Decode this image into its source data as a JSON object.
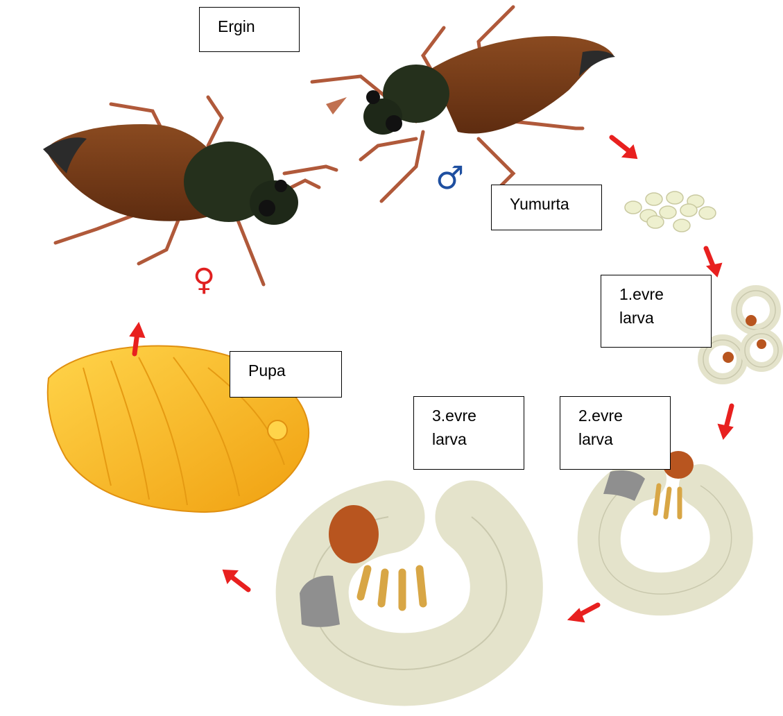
{
  "diagram": {
    "stages": {
      "adult": {
        "label": "Ergin"
      },
      "egg": {
        "label": "Yumurta"
      },
      "larva1": {
        "line1": "1.evre",
        "line2": "larva"
      },
      "larva2": {
        "line1": "2.evre",
        "line2": "larva"
      },
      "larva3": {
        "line1": "3.evre",
        "line2": "larva"
      },
      "pupa": {
        "label": "Pupa"
      }
    },
    "symbols": {
      "male": "♂",
      "female": "♀"
    },
    "colors": {
      "arrow": "#e8201f",
      "male_symbol": "#1e4fa0",
      "female_symbol": "#e02020",
      "elytra": "#7a3b16",
      "thorax": "#25301c",
      "legs": "#b0593a",
      "larva_body": "#e4e3cb",
      "larva_head": "#b8551f",
      "pupa_body": "#f6b61c",
      "egg": "#eef0cf"
    }
  }
}
